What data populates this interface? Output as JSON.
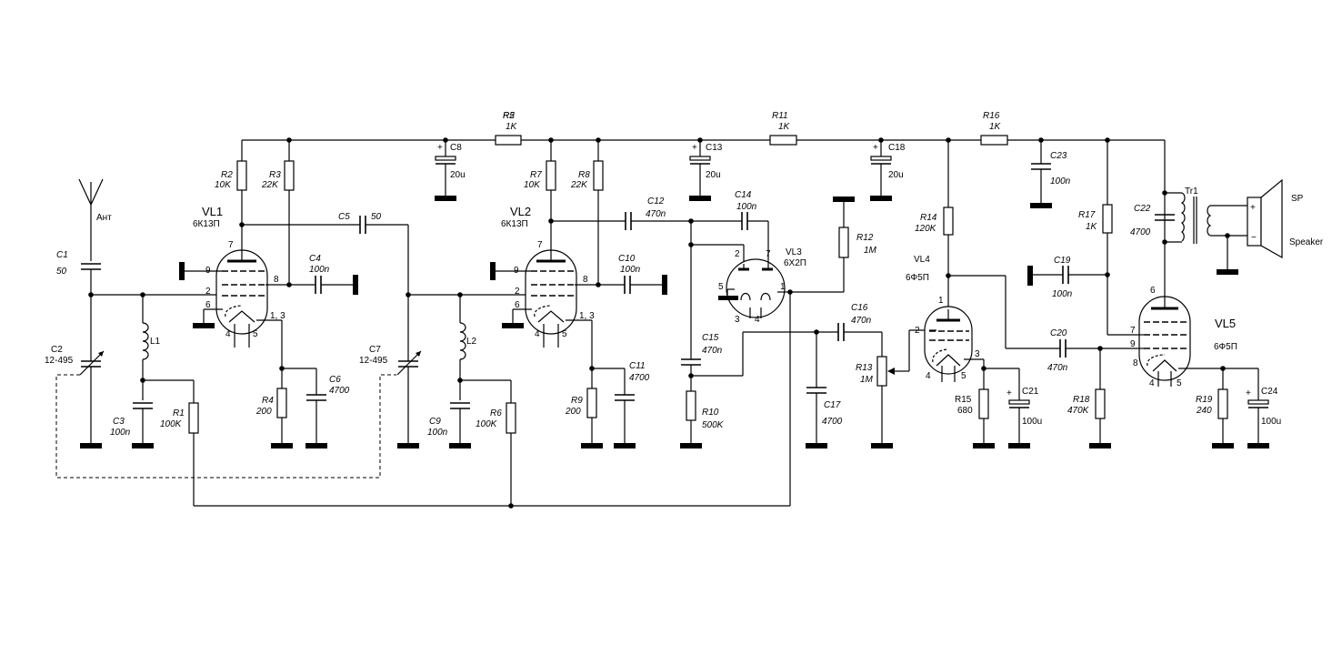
{
  "antenna": {
    "label": "Ант"
  },
  "tubes": [
    {
      "ref": "VL1",
      "type": "6К13П"
    },
    {
      "ref": "VL2",
      "type": "6К13П"
    },
    {
      "ref": "VL3",
      "type": "6Х2П"
    },
    {
      "ref": "VL4",
      "type": "6Ф5П"
    },
    {
      "ref": "VL5",
      "type": "6Ф5П"
    }
  ],
  "resistors": [
    {
      "ref": "R1",
      "value": "100K"
    },
    {
      "ref": "R2",
      "value": "10K"
    },
    {
      "ref": "R3",
      "value": "22K"
    },
    {
      "ref": "R4",
      "value": "200"
    },
    {
      "ref": "R5",
      "value": "1K"
    },
    {
      "ref": "R6",
      "value": "100K"
    },
    {
      "ref": "R7",
      "value": "10K"
    },
    {
      "ref": "R8",
      "value": "22K"
    },
    {
      "ref": "R9",
      "value": "200"
    },
    {
      "ref": "R10",
      "value": "500K"
    },
    {
      "ref": "R11",
      "value": "1K"
    },
    {
      "ref": "R12",
      "value": "1M"
    },
    {
      "ref": "R13",
      "value": "1M"
    },
    {
      "ref": "R14",
      "value": "120K"
    },
    {
      "ref": "R15",
      "value": "680"
    },
    {
      "ref": "R16",
      "value": "1K"
    },
    {
      "ref": "R17",
      "value": "1K"
    },
    {
      "ref": "R18",
      "value": "470K"
    },
    {
      "ref": "R19",
      "value": "240"
    }
  ],
  "capacitors": [
    {
      "ref": "C1",
      "value": "50"
    },
    {
      "ref": "C2",
      "value": "12-495"
    },
    {
      "ref": "C3",
      "value": "100n"
    },
    {
      "ref": "C4",
      "value": "100n"
    },
    {
      "ref": "C5",
      "value": "50"
    },
    {
      "ref": "C6",
      "value": "4700"
    },
    {
      "ref": "C7",
      "value": "12-495"
    },
    {
      "ref": "C8",
      "value": "20u"
    },
    {
      "ref": "C9",
      "value": "100n"
    },
    {
      "ref": "C10",
      "value": "100n"
    },
    {
      "ref": "C11",
      "value": "4700"
    },
    {
      "ref": "C12",
      "value": "470n"
    },
    {
      "ref": "C13",
      "value": "20u"
    },
    {
      "ref": "C14",
      "value": "100n"
    },
    {
      "ref": "C15",
      "value": "470n"
    },
    {
      "ref": "C16",
      "value": "470n"
    },
    {
      "ref": "C17",
      "value": "4700"
    },
    {
      "ref": "C18",
      "value": "20u"
    },
    {
      "ref": "C19",
      "value": "100n"
    },
    {
      "ref": "C20",
      "value": "470n"
    },
    {
      "ref": "C21",
      "value": "100u"
    },
    {
      "ref": "C22",
      "value": "4700"
    },
    {
      "ref": "C23",
      "value": "100n"
    },
    {
      "ref": "C24",
      "value": "100u"
    }
  ],
  "inductors": [
    {
      "ref": "L1"
    },
    {
      "ref": "L2"
    }
  ],
  "transformer": {
    "ref": "Tr1"
  },
  "speaker": {
    "ref": "SP",
    "name": "Speaker",
    "plus": "+",
    "minus": "−"
  },
  "pins": {
    "vl1": [
      "7",
      "9",
      "8",
      "2",
      "6",
      "1, 3",
      "4",
      "5"
    ],
    "vl2": [
      "7",
      "9",
      "8",
      "2",
      "6",
      "1, 3",
      "4",
      "5"
    ],
    "vl3": [
      "2",
      "7",
      "5",
      "1",
      "3",
      "4"
    ],
    "vl4": [
      "1",
      "2",
      "3",
      "4",
      "5"
    ],
    "vl5": [
      "6",
      "7",
      "9",
      "8",
      "4",
      "5"
    ]
  },
  "polarity": "+"
}
